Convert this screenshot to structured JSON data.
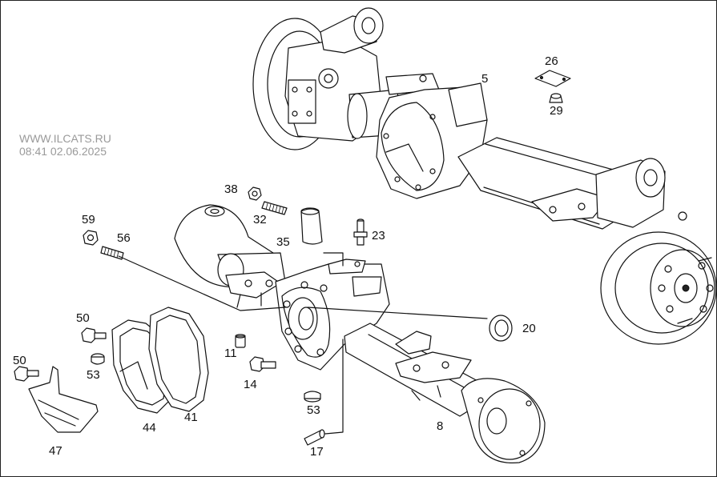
{
  "watermark": {
    "site": "WWW.ILCATS.RU",
    "timestamp": "08:41 02.06.2025"
  },
  "parts": {
    "p5": "5",
    "p26": "26",
    "p29": "29",
    "p38": "38",
    "p32": "32",
    "p35": "35",
    "p23": "23",
    "p59": "59",
    "p56": "56",
    "p20": "20",
    "p50a": "50",
    "p53a": "53",
    "p11": "11",
    "p14": "14",
    "p50b": "50",
    "p47": "47",
    "p44": "44",
    "p41": "41",
    "p53b": "53",
    "p8": "8",
    "p17": "17"
  }
}
